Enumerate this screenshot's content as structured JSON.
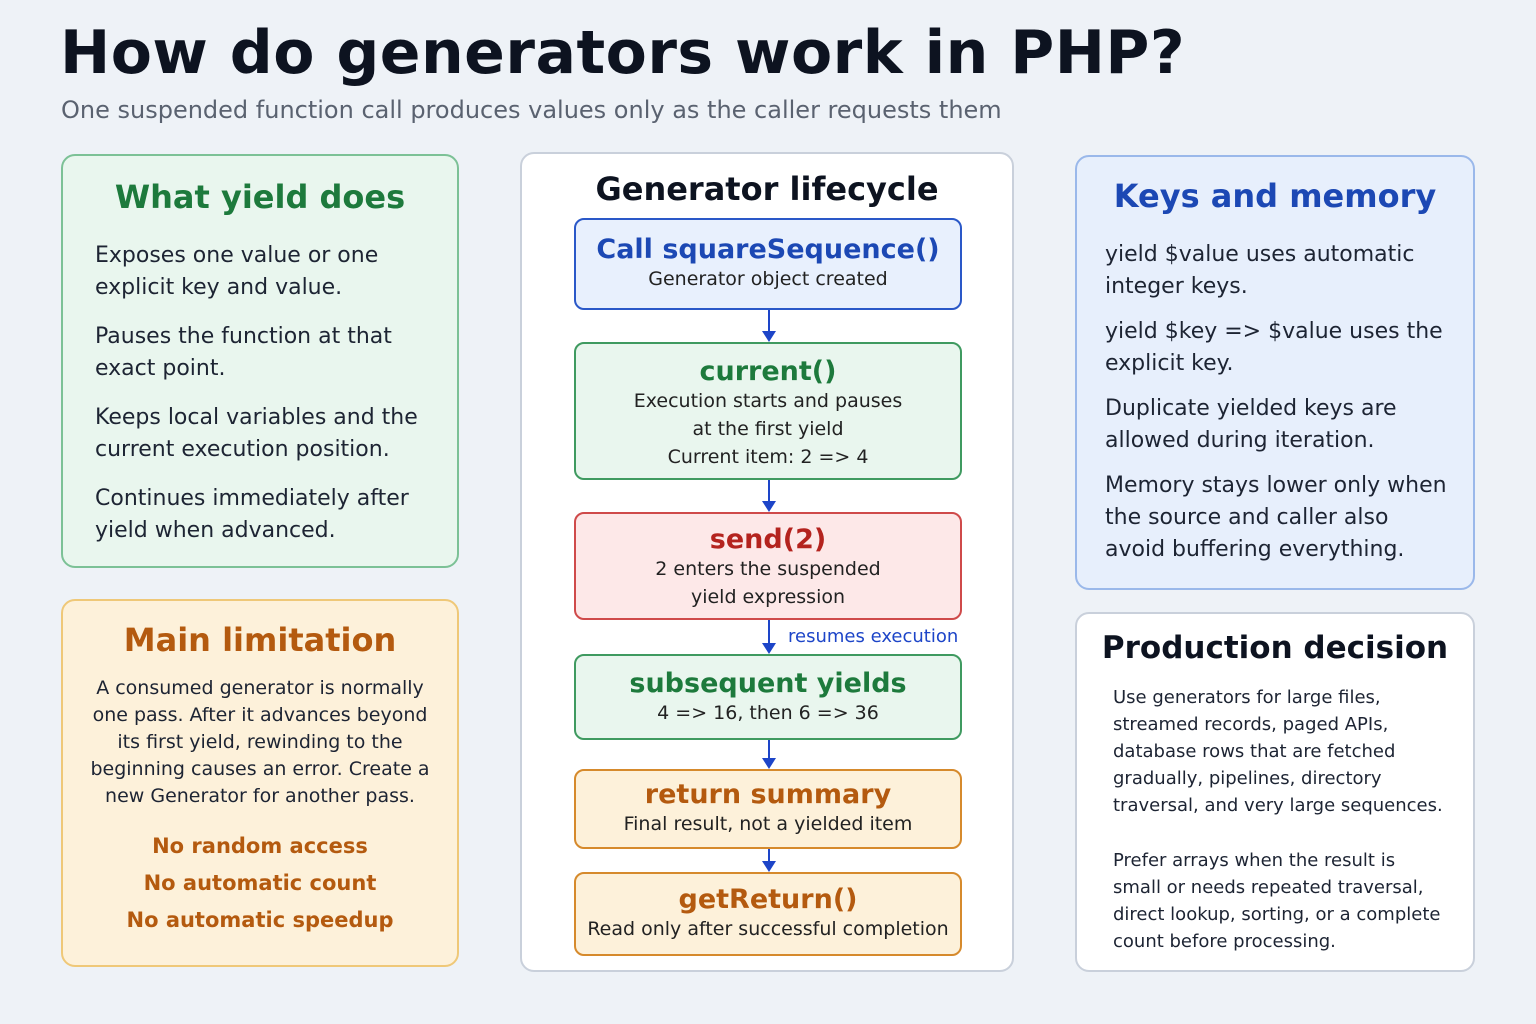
{
  "header": {
    "title": "How do generators work in PHP?",
    "subtitle": "One suspended function call produces values only as the caller requests them"
  },
  "yield_panel": {
    "title": "What yield does",
    "items": [
      "Exposes one value or one explicit key and value.",
      "Pauses the function at that exact point.",
      "Keeps local variables and the current execution position.",
      "Continues immediately after yield when advanced."
    ]
  },
  "limitation_panel": {
    "title": "Main limitation",
    "text": "A consumed generator is normally one pass. After it advances beyond its first yield, rewinding to the beginning causes an error. Create a new Generator for another pass.",
    "limits": [
      "No random access",
      "No automatic count",
      "No automatic speedup"
    ]
  },
  "lifecycle": {
    "title": "Generator lifecycle",
    "steps": [
      {
        "head": "Call squareSequence()",
        "lines": [
          "Generator object created"
        ]
      },
      {
        "head": "current()",
        "lines": [
          "Execution starts and pauses",
          "at the first yield",
          "Current item: 2 => 4"
        ]
      },
      {
        "head": "send(2)",
        "lines": [
          "2 enters the suspended",
          "yield expression"
        ]
      },
      {
        "head": "subsequent yields",
        "lines": [
          "4 => 16, then 6 => 36"
        ]
      },
      {
        "head": "return summary",
        "lines": [
          "Final result, not a yielded item"
        ]
      },
      {
        "head": "getReturn()",
        "lines": [
          "Read only after successful completion"
        ]
      }
    ],
    "arrow_label": "resumes execution"
  },
  "keys_panel": {
    "title": "Keys and memory",
    "items": [
      "yield $value uses automatic integer keys.",
      "yield $key => $value uses the explicit key.",
      "Duplicate yielded keys are allowed during iteration.",
      "Memory stays lower only when the source and caller also avoid buffering everything."
    ]
  },
  "production_panel": {
    "title": "Production decision",
    "para1": "Use generators for large files, streamed records, paged APIs, database rows that are fetched gradually, pipelines, directory traversal, and very large sequences.",
    "para2": "Prefer arrays when the result is small or needs repeated traversal, direct lookup, sorting, or a complete count before processing."
  }
}
